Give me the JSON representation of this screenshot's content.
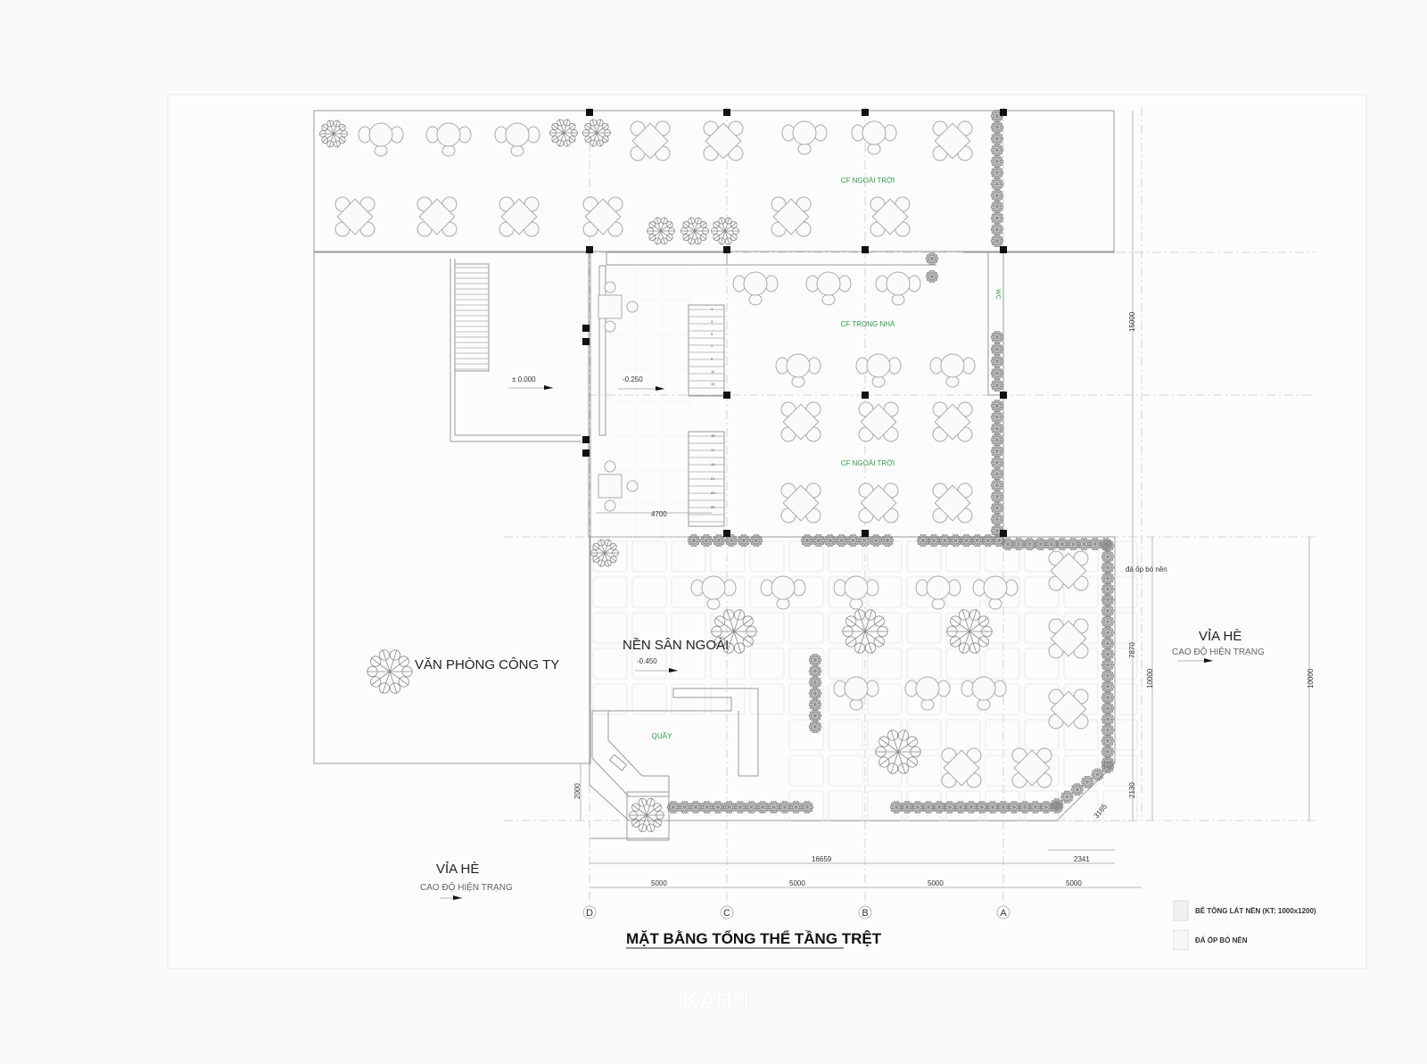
{
  "drawing": {
    "title": "MẶT BẰNG TỔNG THỂ TẦNG TRỆT",
    "watermark": "KAHH"
  },
  "labels": {
    "cf_ngoai_troi_top": "CF NGOÀI TRỜI",
    "cf_trong_nha": "CF TRONG NHÀ",
    "cf_ngoai_troi_mid": "CF NGOÀI TRỜI",
    "van_phong": "VĂN PHÒNG CÔNG TY",
    "nen_san_ngoai": "NỀN SÂN NGOÀI",
    "quay": "QUẦY",
    "via_he_left": "VỈA HÈ",
    "cao_do_left": "CAO ĐỘ HIỆN TRẠNG",
    "via_he_right": "VỈA HÈ",
    "cao_do_right": "CAO ĐỘ HIỆN TRẠNG",
    "wc_label": "WC",
    "stone_note": "đá ốp bó nền"
  },
  "levels": {
    "office": "± 0.000",
    "indoor": "-0.250",
    "yard": "-0.450"
  },
  "dimensions": {
    "d4700": "4700",
    "d15000": "15000",
    "d7870": "7870",
    "d10000a": "10000",
    "d10000b": "10000",
    "d2130": "2130",
    "d2000": "2000",
    "d3165": "3165",
    "d16659": "16659",
    "d2341": "2341",
    "spans": [
      "5000",
      "5000",
      "5000",
      "5000"
    ]
  },
  "axes": [
    "D",
    "C",
    "B",
    "A"
  ],
  "stair_numbers": [
    "1",
    "3",
    "5",
    "7",
    "9",
    "11",
    "13",
    "15",
    "17",
    "19",
    "21",
    "23",
    "25"
  ],
  "legend": [
    {
      "label": "BÊ TÔNG LÁT NỀN (KT: 1000x1200)"
    },
    {
      "label": "ĐÁ ỐP BÓ NỀN"
    }
  ]
}
